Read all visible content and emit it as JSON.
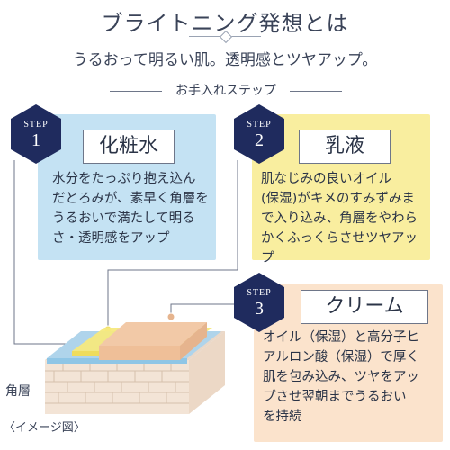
{
  "title": "ブライトニング発想とは",
  "subtitle": "うるおって明るい肌。透明感とツヤアップ。",
  "steps_heading": "お手入れステップ",
  "steps": [
    {
      "step_label": "STEP",
      "number": "1",
      "name": "化粧水",
      "description": "水分をたっぷり抱え込んだとろみが、素早く角層をうるおいで満たして明るさ・透明感をアップ",
      "lines": [
        "水分をたっぷり抱え込ん",
        "だとろみが、素早く角層を",
        "うるおいで満たして明る",
        "さ・透明感をアップ"
      ],
      "color": "#c4e2f3"
    },
    {
      "step_label": "STEP",
      "number": "2",
      "name": "乳液",
      "lines": [
        "肌なじみの良いオイル",
        "(保湿)がキメのすみずみま",
        "で入り込み、角層をやわら",
        "かくふっくらさせツヤアップ"
      ],
      "color": "#f9ee9f"
    },
    {
      "step_label": "STEP",
      "number": "3",
      "name": "クリーム",
      "lines": [
        "オイル（保湿）と高分子ヒ",
        "アルロン酸（保湿）で厚く",
        "肌を包み込み、ツヤをアッ",
        "プさせ翌朝までうるおい",
        "を持続"
      ],
      "color": "#fbe3cc"
    }
  ],
  "diagram_label": "角層",
  "image_note": "〈イメージ図〉",
  "colors": {
    "badge": "#1f2b5e",
    "panel_blue": "#c4e2f3",
    "panel_yellow": "#f9ee9f",
    "panel_peach": "#fbe3cc"
  }
}
